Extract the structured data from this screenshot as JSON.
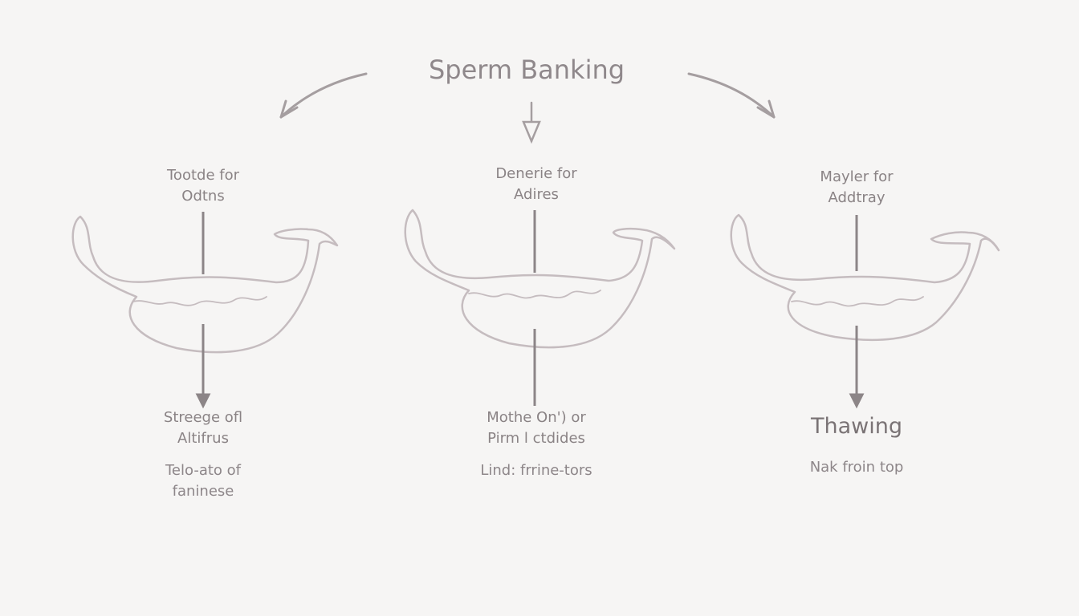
{
  "title": "Sperm Banking",
  "columns": [
    {
      "top_label": "Tootde for\nOdtns",
      "bottom_label": "Streege ofl\nAltifrus",
      "note": "Telo-ato of\nfaninese"
    },
    {
      "top_label": "Denerie for\nAdires",
      "bottom_label": "Mothe On') or\nPirm l ctdides",
      "note": "Lind: frrine-tors"
    },
    {
      "top_label": "Mayler for\nAddtray",
      "bottom_label": "Thawing",
      "note": "Nak froin top"
    }
  ],
  "colors": {
    "background": "#f6f5f4",
    "stroke": "#b8afb2",
    "arrow": "#8c8587",
    "text": "#8a8385"
  }
}
